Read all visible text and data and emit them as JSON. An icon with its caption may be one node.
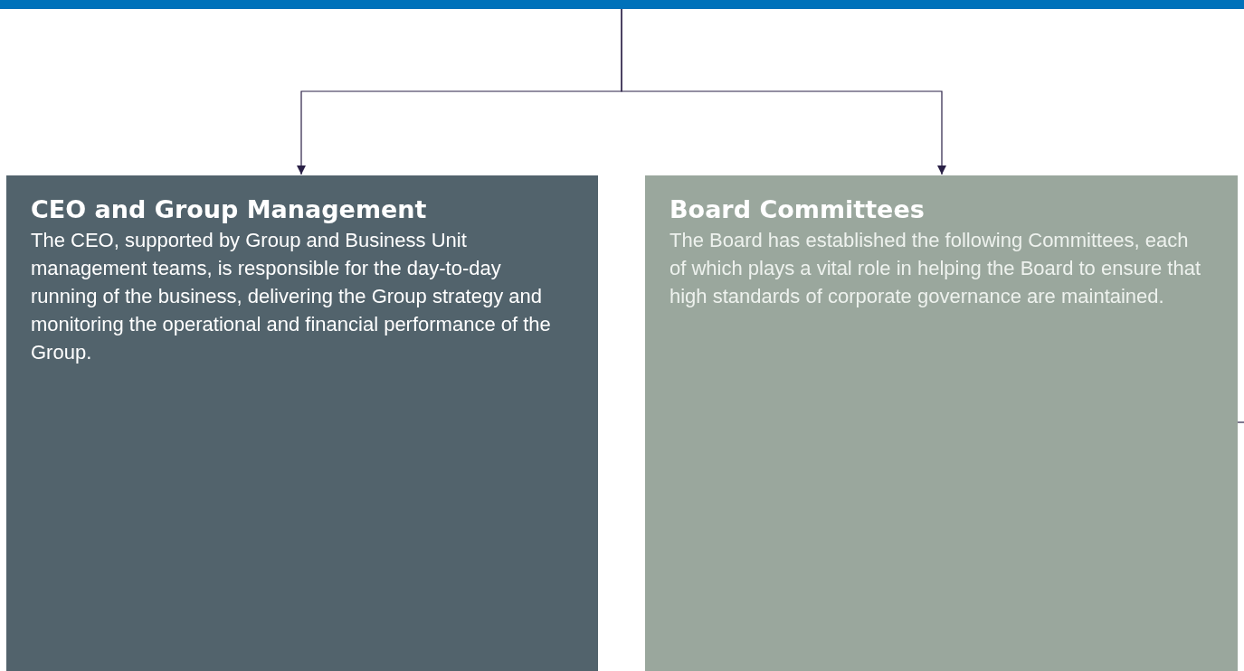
{
  "diagram": {
    "nodes": [
      {
        "text": [],
        "shape": "bar"
      },
      {
        "text": [
          "CEO and Group Management",
          "The CEO, supported by Group and Business Unit management teams, is responsible for the day-to-day running of the business, delivering the Group strategy and monitoring the operational and financial performance of the Group."
        ]
      },
      {
        "text": [
          "Board Committees",
          "The Board has established the following Committees, each of which plays a vital role in helping the Board to ensure that high standards of corporate governance are maintained."
        ]
      }
    ],
    "edges": [
      {
        "from": 0,
        "to": 1,
        "arrow": "to"
      },
      {
        "from": 0,
        "to": 2,
        "arrow": "to"
      },
      {
        "from": 2,
        "to": null,
        "arrow": "none"
      }
    ]
  }
}
